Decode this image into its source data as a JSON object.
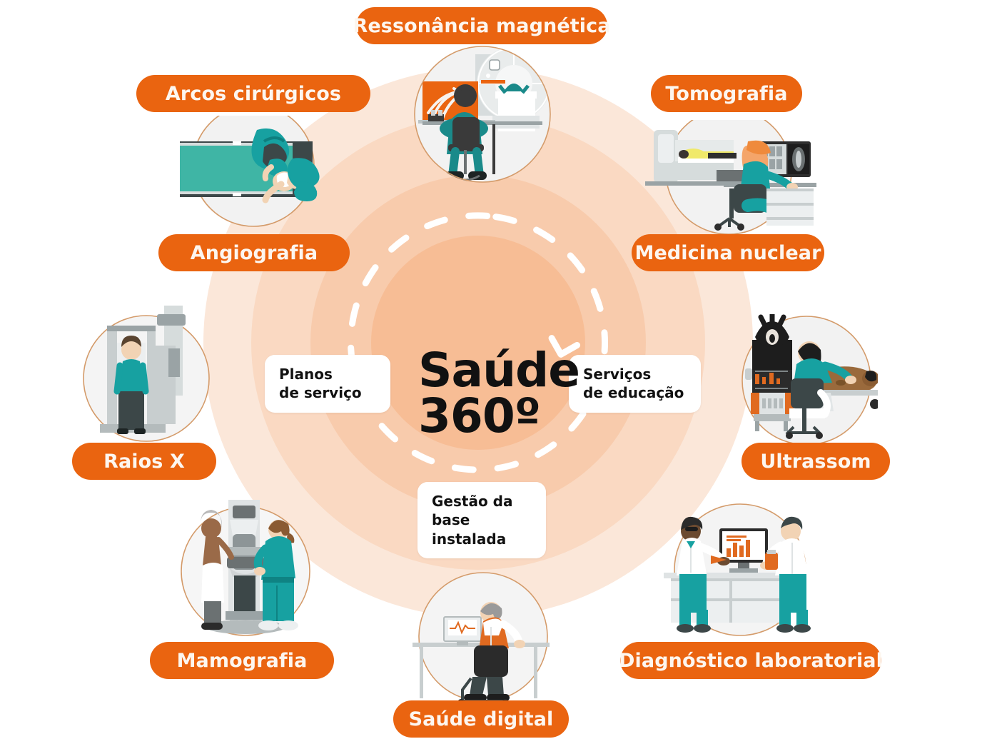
{
  "background": {
    "page_bg": "#ffffff",
    "ring_colors": [
      "#fbe7d9",
      "#fad9c2",
      "#f8cbac",
      "#f7bd95"
    ],
    "accent_orange": "#ea6410",
    "teal": "#1a8a8a",
    "dashed_arrow_color": "#ffffff"
  },
  "center": {
    "line1": "Saúde",
    "line2": "360º",
    "text_color": "#111111"
  },
  "service_boxes": [
    {
      "id": "planos-de-servico",
      "line1": "Planos",
      "line2": "de serviço"
    },
    {
      "id": "servicos-de-educacao",
      "line1": "Serviços",
      "line2": "de educação"
    },
    {
      "id": "gestao-da-base-instalada",
      "line1": "Gestão da",
      "line2": "base instalada"
    }
  ],
  "modalities": [
    {
      "id": "ressonancia-magnetica",
      "label": "Ressonância magnética",
      "icon": "mri-scanner-illustration"
    },
    {
      "id": "arcos-cirurgicos",
      "label": "Arcos cirúrgicos",
      "icon": "surgical-c-arm-illustration"
    },
    {
      "id": "angiografia",
      "label": "Angiografia",
      "icon": "angiography-illustration"
    },
    {
      "id": "tomografia",
      "label": "Tomografia",
      "icon": "ct-scanner-illustration"
    },
    {
      "id": "medicina-nuclear",
      "label": "Medicina nuclear",
      "icon": "nuclear-medicine-illustration"
    },
    {
      "id": "raios-x",
      "label": "Raios X",
      "icon": "xray-illustration"
    },
    {
      "id": "ultrassom",
      "label": "Ultrassom",
      "icon": "ultrasound-illustration"
    },
    {
      "id": "mamografia",
      "label": "Mamografia",
      "icon": "mammography-illustration"
    },
    {
      "id": "diagnostico-laboratorial",
      "label": "Diagnóstico laboratorial",
      "icon": "lab-diagnostics-illustration"
    },
    {
      "id": "saude-digital",
      "label": "Saúde digital",
      "icon": "digital-health-illustration"
    }
  ]
}
